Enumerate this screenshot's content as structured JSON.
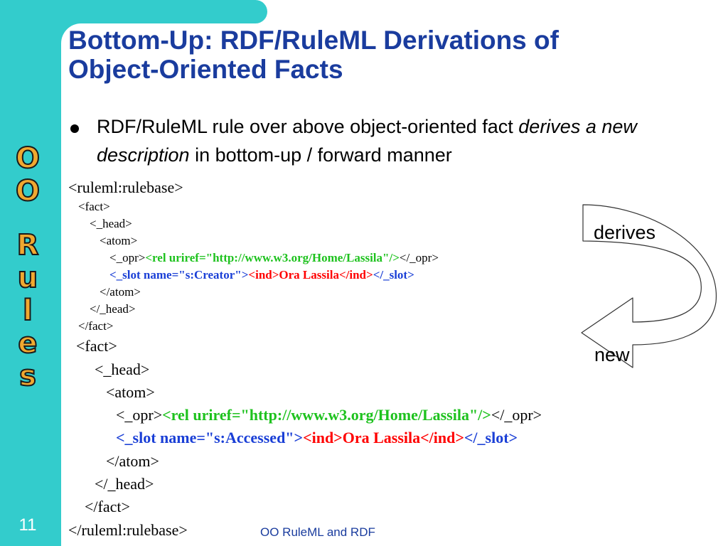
{
  "slide": {
    "title_line1": "Bottom-Up: RDF/RuleML Derivations of",
    "title_line2": "Object-Oriented Facts",
    "bullet": {
      "text_before": "RDF/RuleML rule over above object-oriented fact ",
      "italic": "derives a new description",
      "text_after": " in bottom-up / forward manner"
    },
    "vertical_title": {
      "word1": [
        "O",
        "O"
      ],
      "word2": [
        "R",
        "u",
        "l",
        "e",
        "s"
      ]
    },
    "code": {
      "rulebase_open": "<ruleml:rulebase>",
      "fact1": {
        "fact_open": "<fact>",
        "head_open": "<_head>",
        "atom_open": "<atom>",
        "opr_open": "<_opr>",
        "rel": "<rel uriref=\"http://www.w3.org/Home/Lassila\"/>",
        "opr_close": "</_opr>",
        "slot_open": "<_slot name=\"s:Creator\">",
        "ind": "<ind>Ora Lassila</ind>",
        "slot_close": "</_slot>",
        "atom_close": "</atom>",
        "head_close": "</_head>",
        "fact_close": "</fact>"
      },
      "fact2": {
        "fact_open": "<fact>",
        "head_open": "<_head>",
        "atom_open": "<atom>",
        "opr_open": "<_opr>",
        "rel": "<rel uriref=\"http://www.w3.org/Home/Lassila\"/>",
        "opr_close": "</_opr>",
        "slot_open": "<_slot name=\"s:Accessed\">",
        "ind": "<ind>Ora Lassila</ind>",
        "slot_close": "</_slot>",
        "atom_close": "</atom>",
        "head_close": "</_head>",
        "fact_close": "</fact>"
      },
      "rulebase_close": "</ruleml:rulebase>"
    },
    "arrow": {
      "label_top": "derives",
      "label_bottom": "new"
    },
    "slide_number": "11",
    "footer": "OO RuleML and RDF",
    "colors": {
      "accent": "#33cccc",
      "title": "#1a3c9e",
      "green": "#1ec21e",
      "blue": "#1a3fd6",
      "red": "#ff0000",
      "vertical_title": "#f0a830"
    }
  }
}
